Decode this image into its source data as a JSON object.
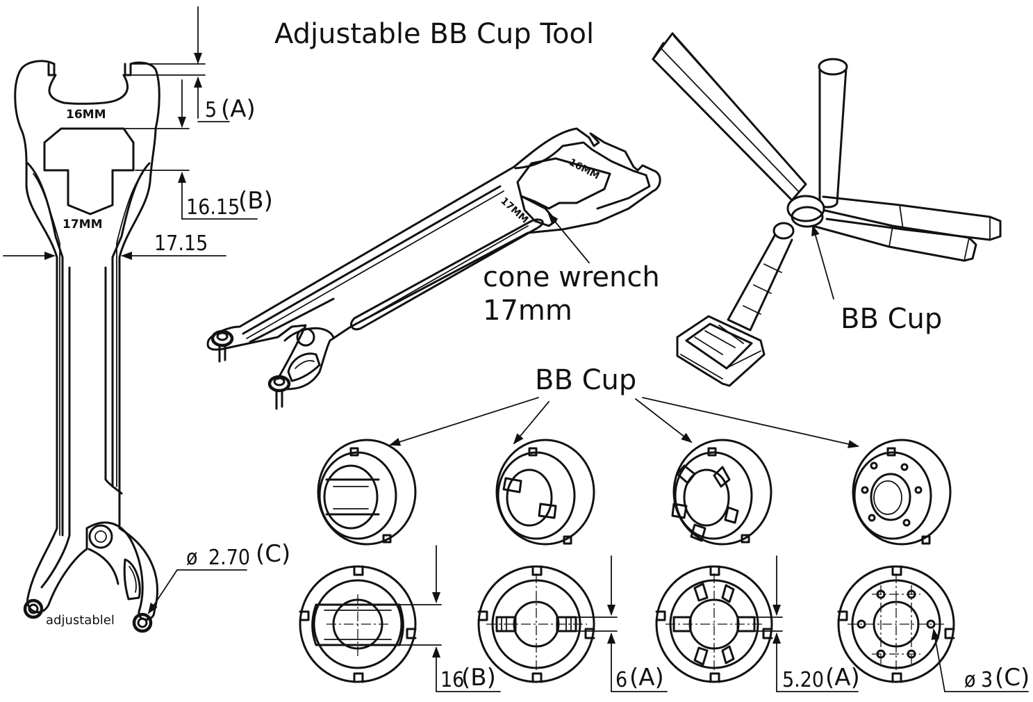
{
  "title": "Adjustable BB Cup Tool",
  "wrench_front": {
    "label_16mm": "16MM",
    "label_17mm": "17MM",
    "label_adjustable": "adjustablel",
    "dim_a": "5",
    "dim_a_tag": "(A)",
    "dim_b": "16.15",
    "dim_b_tag": "(B)",
    "dim_width": "17.15",
    "dim_c_symbol": "ø",
    "dim_c": "2.70",
    "dim_c_tag": "(C)"
  },
  "wrench_iso": {
    "label_16mm": "16MM",
    "label_17mm": "17MM",
    "callout_line1": "cone wrench",
    "callout_line2": "17mm"
  },
  "bb_tool": {
    "callout": "BB Cup"
  },
  "bb_cups": {
    "callout": "BB Cup",
    "dims": [
      {
        "value": "16",
        "tag": "(B)"
      },
      {
        "value": "6",
        "tag": "(A)"
      },
      {
        "value": "5.20",
        "tag": "(A)"
      },
      {
        "symbol": "ø",
        "value": "3",
        "tag": "(C)"
      }
    ]
  },
  "colors": {
    "line": "#111111",
    "background": "#ffffff"
  }
}
